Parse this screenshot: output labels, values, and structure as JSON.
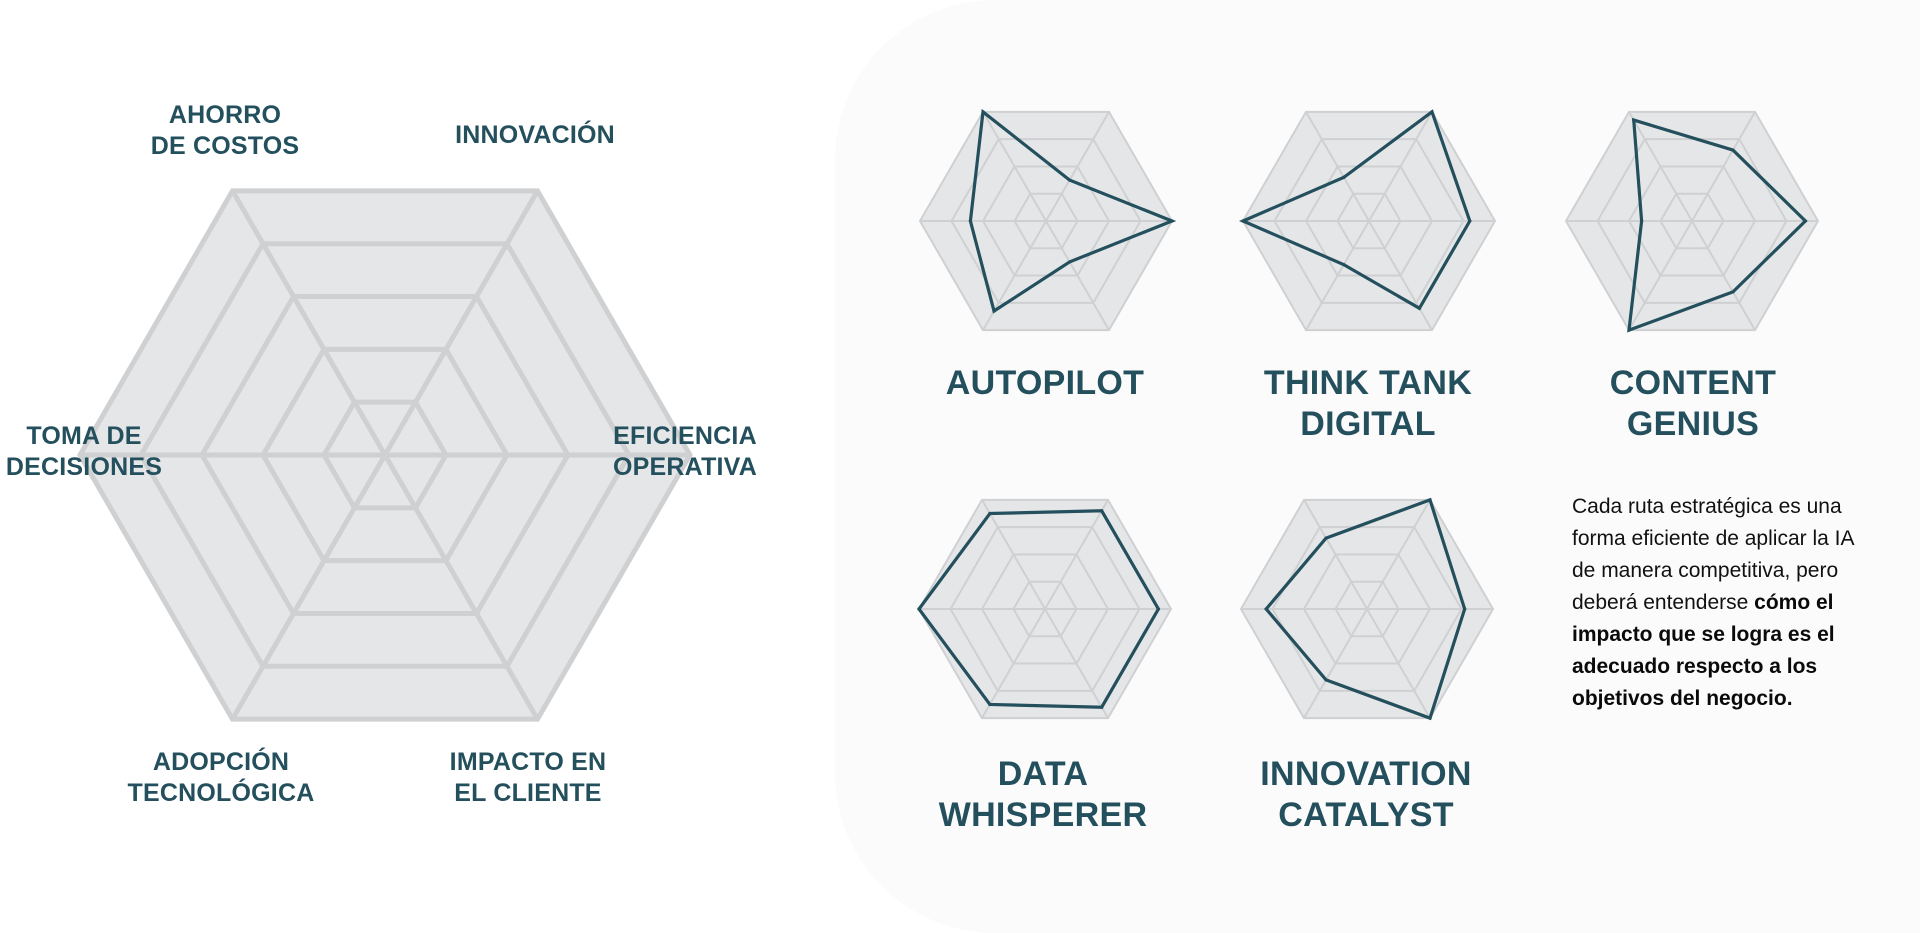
{
  "reference": {
    "axes": [
      "AHORRO\nDE COSTOS",
      "INNOVACIÓN",
      "EFICIENCIA\nOPERATIVA",
      "IMPACTO EN\nEL CLIENTE",
      "ADOPCIÓN\nTECNOLÓGICA",
      "TOMA DE\nDECISIONES"
    ]
  },
  "description": {
    "normal": "Cada ruta estratégica es una forma eficiente de aplicar la IA de manera competitiva, pero deberá entenderse",
    "bold": "cómo el impacto que se logra es el adecuado respecto a los objetivos del negocio."
  },
  "colors": {
    "accent": "#244f5d",
    "grid_fill": "#e5e6e8",
    "grid_line": "#cfd0d2"
  },
  "chart_data": [
    {
      "type": "radar",
      "title": "AUTOPILOT",
      "axes": [
        "AHORRO DE COSTOS",
        "INNOVACIÓN",
        "EFICIENCIA OPERATIVA",
        "IMPACTO EN EL CLIENTE",
        "ADOPCIÓN TECNOLÓGICA",
        "TOMA DE DECISIONES"
      ],
      "levels": 4,
      "range": [
        0,
        4
      ],
      "values": [
        4.0,
        1.5,
        4.0,
        1.5,
        3.3,
        2.4
      ]
    },
    {
      "type": "radar",
      "title": "THINK TANK\nDIGITAL",
      "axes": [
        "AHORRO DE COSTOS",
        "INNOVACIÓN",
        "EFICIENCIA OPERATIVA",
        "IMPACTO EN EL CLIENTE",
        "ADOPCIÓN TECNOLÓGICA",
        "TOMA DE DECISIONES"
      ],
      "levels": 4,
      "range": [
        0,
        4
      ],
      "values": [
        1.6,
        4.0,
        3.2,
        3.2,
        1.6,
        4.0
      ]
    },
    {
      "type": "radar",
      "title": "CONTENT\nGENIUS",
      "axes": [
        "AHORRO DE COSTOS",
        "INNOVACIÓN",
        "EFICIENCIA OPERATIVA",
        "IMPACTO EN EL CLIENTE",
        "ADOPCIÓN TECNOLÓGICA",
        "TOMA DE DECISIONES"
      ],
      "levels": 4,
      "range": [
        0,
        4
      ],
      "values": [
        3.7,
        2.6,
        3.6,
        2.6,
        4.0,
        1.6
      ]
    },
    {
      "type": "radar",
      "title": "DATA\nWHISPERER",
      "axes": [
        "AHORRO DE COSTOS",
        "INNOVACIÓN",
        "EFICIENCIA OPERATIVA",
        "IMPACTO EN EL CLIENTE",
        "ADOPCIÓN TECNOLÓGICA",
        "TOMA DE DECISIONES"
      ],
      "levels": 4,
      "range": [
        0,
        4
      ],
      "values": [
        3.5,
        3.6,
        3.6,
        3.6,
        3.5,
        4.0
      ]
    },
    {
      "type": "radar",
      "title": "INNOVATION\nCATALYST",
      "axes": [
        "AHORRO DE COSTOS",
        "INNOVACIÓN",
        "EFICIENCIA OPERATIVA",
        "IMPACTO EN EL CLIENTE",
        "ADOPCIÓN TECNOLÓGICA",
        "TOMA DE DECISIONES"
      ],
      "levels": 4,
      "range": [
        0,
        4
      ],
      "values": [
        2.6,
        4.0,
        3.1,
        4.0,
        2.6,
        3.2
      ]
    }
  ]
}
